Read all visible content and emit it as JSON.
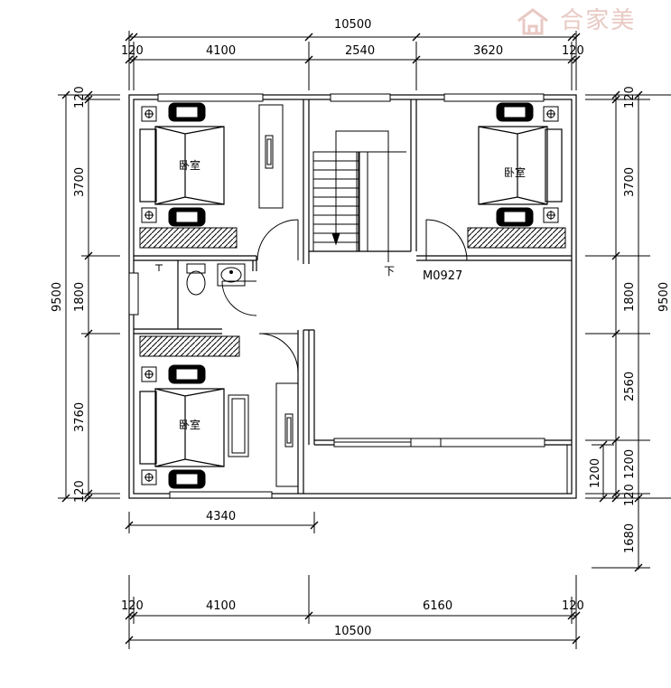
{
  "watermark": {
    "text": "合家美",
    "logo": "house-logo"
  },
  "colors": {
    "line": "#000000",
    "watermark": "#e8c9c3"
  },
  "rooms": {
    "bedroom_nw": "卧室",
    "bedroom_ne": "卧室",
    "bedroom_sw": "卧室"
  },
  "labels": {
    "door_code": "M0927",
    "stair_down": "下"
  },
  "dimensions": {
    "top_total": "10500",
    "top_segments": [
      "120",
      "4100",
      "2540",
      "3620",
      "120"
    ],
    "left_total": "9500",
    "left_segments": [
      "120",
      "3700",
      "1800",
      "3760",
      "120"
    ],
    "right_total": "9500",
    "right_segments": [
      "120",
      "3700",
      "1800",
      "2560"
    ],
    "right_lower": [
      "1200",
      "120",
      "1200",
      "1680"
    ],
    "bottom_inner": "4340",
    "bottom_segments": [
      "120",
      "4100",
      "6160",
      "120"
    ],
    "bottom_total": "10500"
  }
}
